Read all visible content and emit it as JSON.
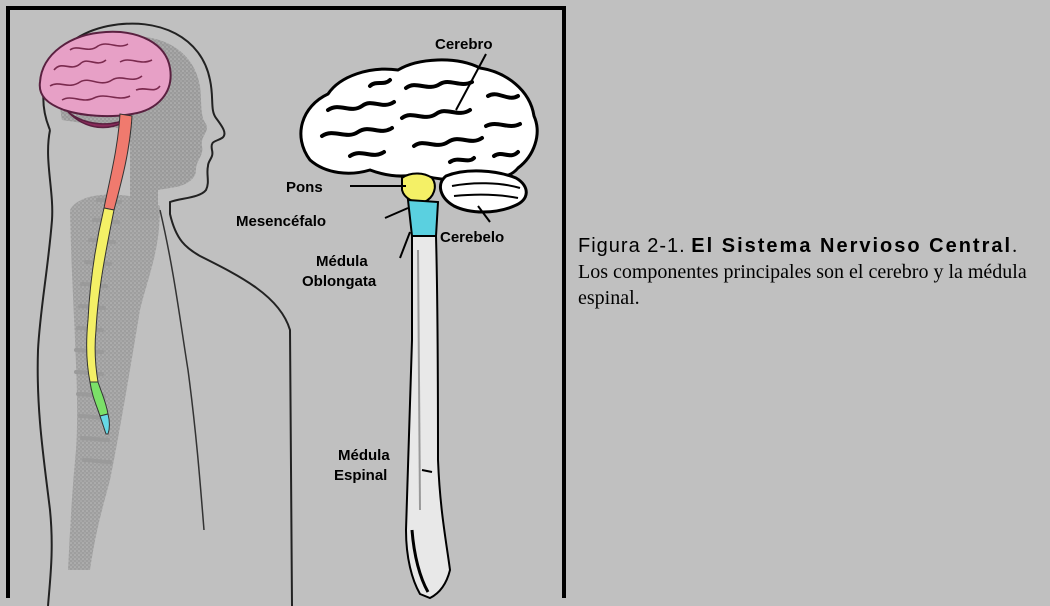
{
  "figure": {
    "labels": {
      "cerebro": "Cerebro",
      "pons": "Pons",
      "mesencefalo": "Mesencéfalo",
      "cerebelo": "Cerebelo",
      "medula_oblongata_1": "Médula",
      "medula_oblongata_2": "Oblongata",
      "medula_espinal_1": "Médula",
      "medula_espinal_2": "Espinal"
    },
    "colors": {
      "background": "#c0c0c0",
      "brain_left": "#e7a0c6",
      "brainstem": "#f07a6e",
      "spine_yellow": "#f4f066",
      "spine_green": "#7be068",
      "spine_cyan": "#66d8e6",
      "medulla_cyan": "#5ad0e0"
    }
  },
  "caption": {
    "figure_number": "Figura 2-1.",
    "title": "El Sistema Nervioso Central",
    "text": ". Los componentes principales son el cerebro y la médula espinal."
  }
}
